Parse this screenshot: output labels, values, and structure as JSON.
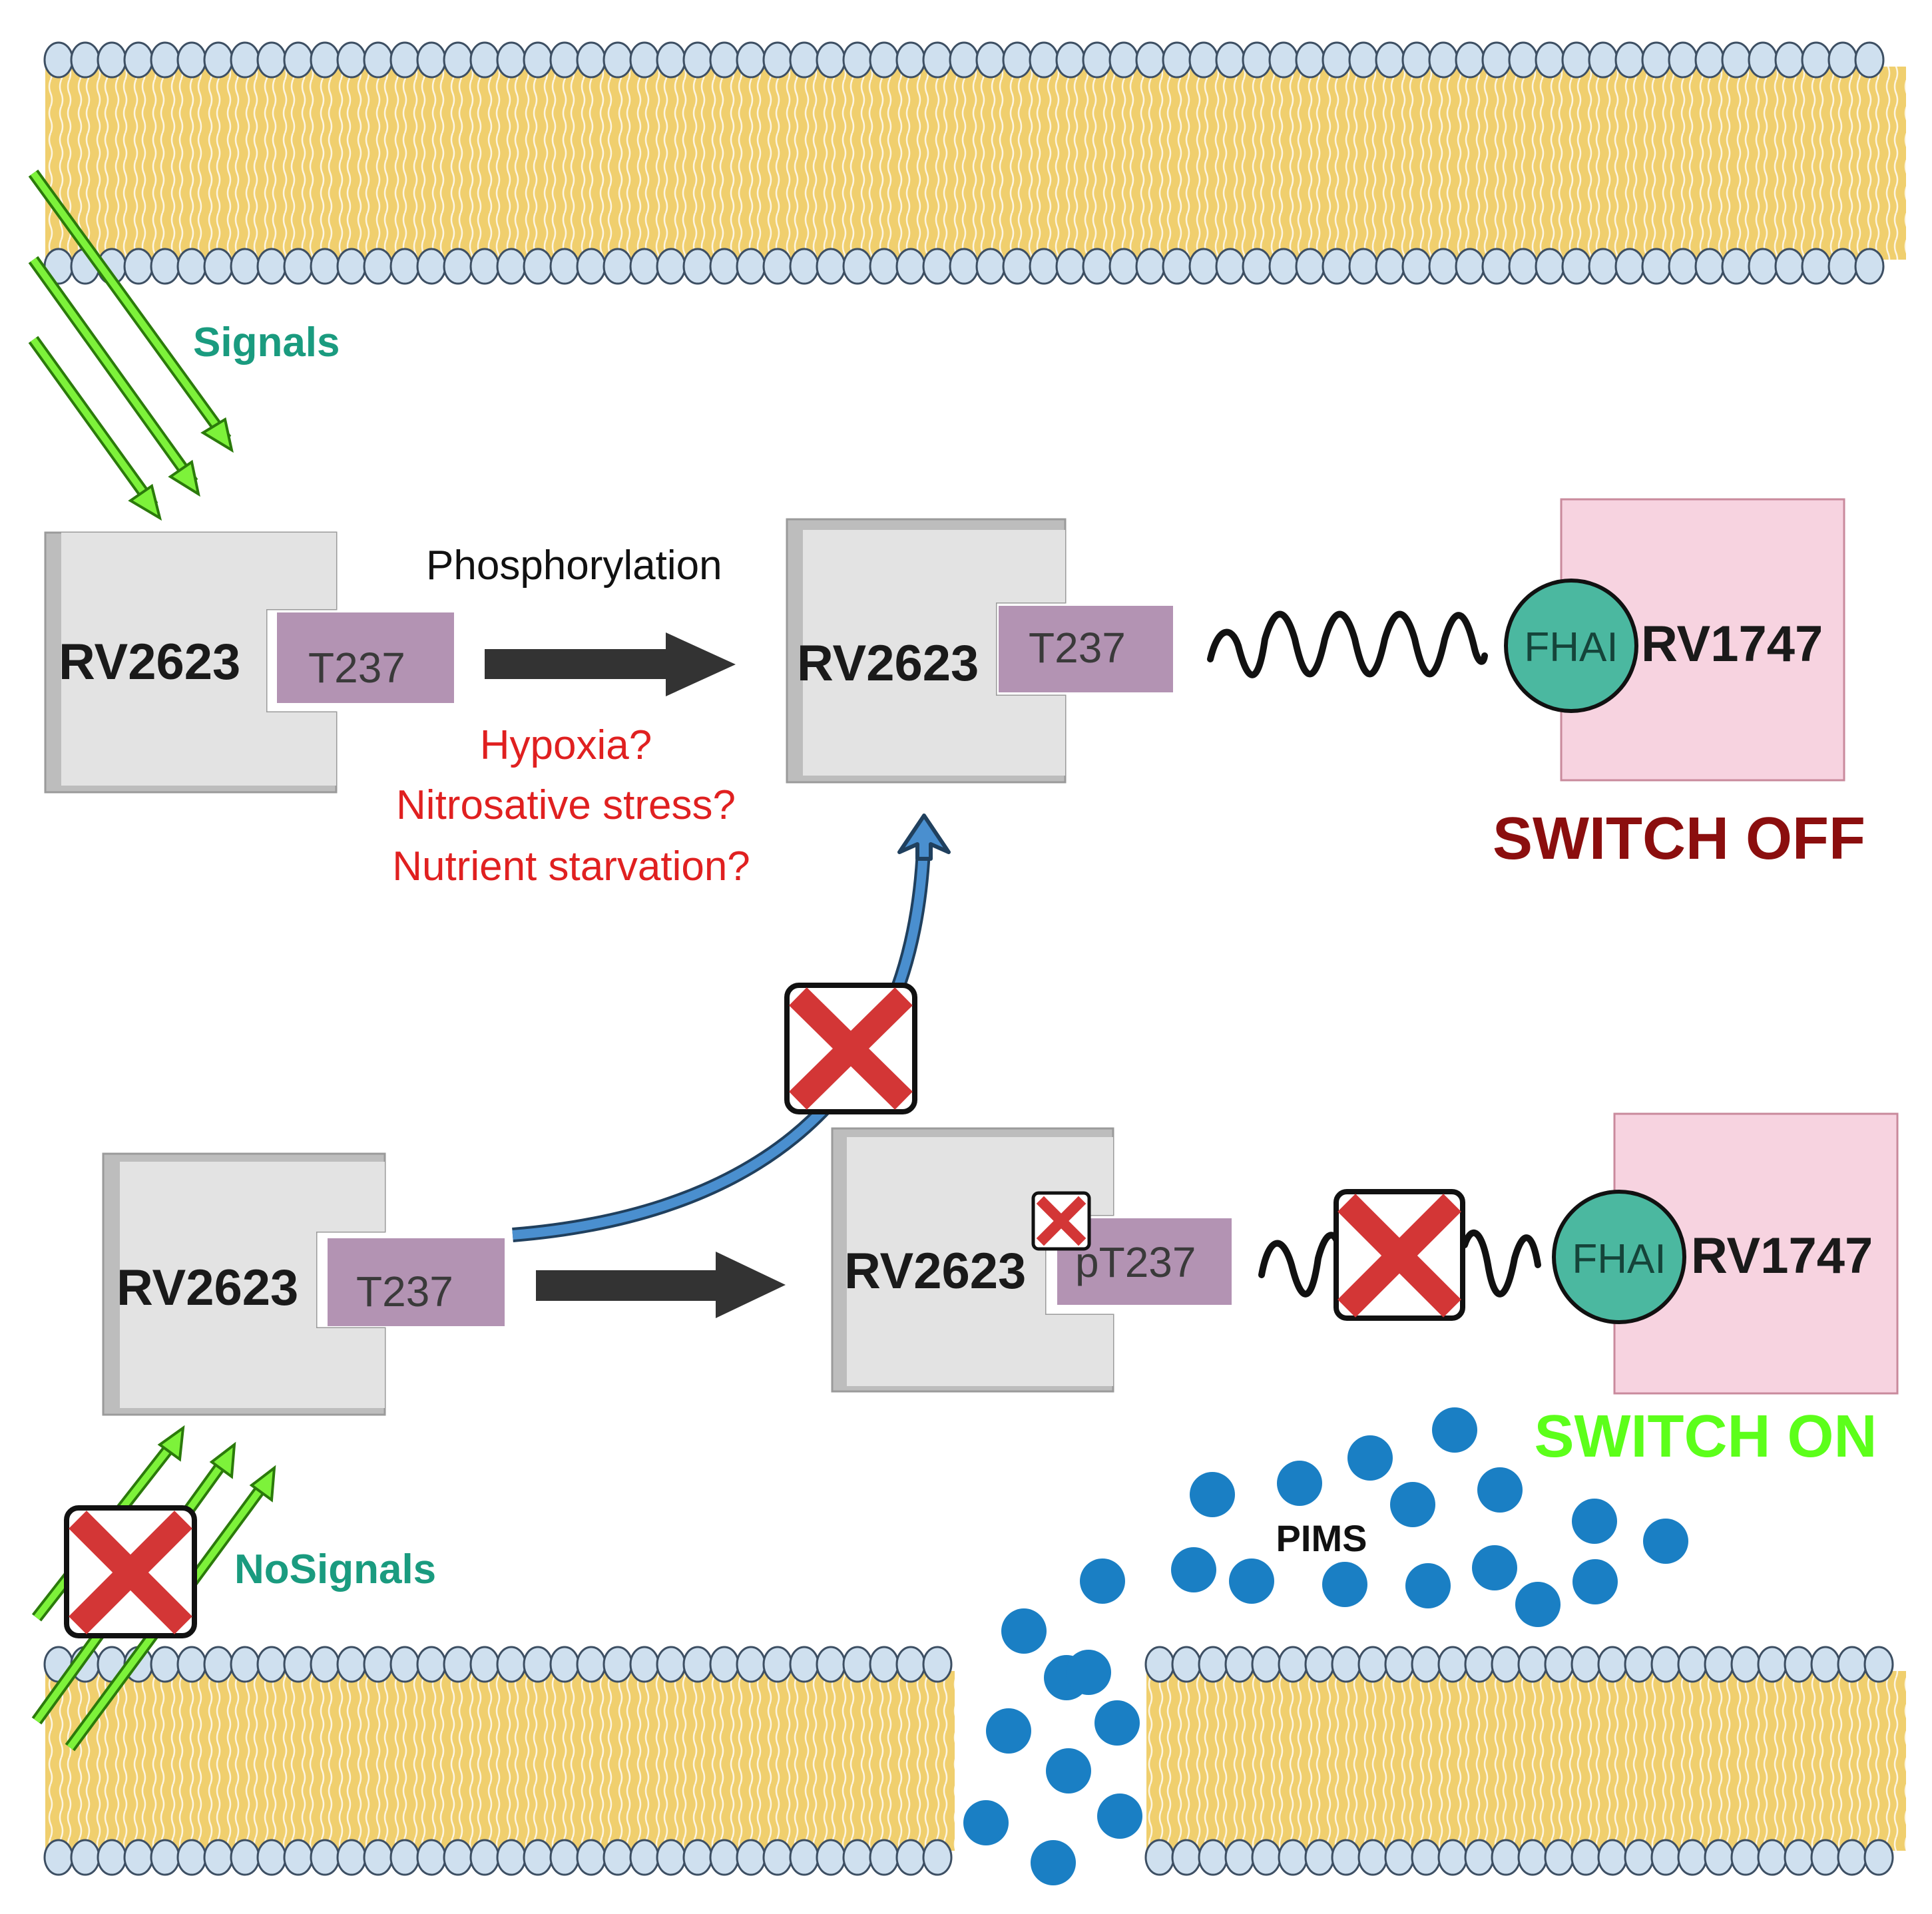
{
  "colors": {
    "signal_label": "#1a9b7f",
    "condition_label": "#e02020",
    "switch_off": "#8b0e0e",
    "switch_on": "#5cff1a",
    "protein_box": "#e3e3e3",
    "protein_shadow": "#bdbdbd",
    "phospho_site": "#b393b3",
    "fha_domain": "#4bb8a0",
    "rv1747_box": "#f7d3e0",
    "pims_dot": "#1a7fc4",
    "lipid_head": "#cfe0ef",
    "lipid_tail": "#f0cf6e",
    "block_x": "#d33636",
    "arrow_dark": "#333333",
    "arrow_signal": "#6ee21f",
    "curved_arrow": "#4a8fcf"
  },
  "top": {
    "signals_label": "Signals",
    "rv2623_left": "RV2623",
    "t237_left": "T237",
    "phosphorylation_label": "Phosphorylation",
    "conditions": [
      "Hypoxia?",
      "Nitrosative stress?",
      "Nutrient starvation?"
    ],
    "rv2623_right": "RV2623",
    "t237_right": "T237",
    "fha_label": "FHAI",
    "rv1747_label": "RV1747",
    "switch_label": "SWITCH OFF"
  },
  "bottom": {
    "rv2623_left": "RV2623",
    "t237_left": "T237",
    "rv2623_right": "RV2623",
    "pt237_label": "pT237",
    "fha_label": "FHAI",
    "rv1747_label": "RV1747",
    "switch_label": "SWITCH ON",
    "pims_label": "PIMS",
    "nosignals_label": "NoSignals"
  },
  "icons": {
    "block": "red-x-block-icon",
    "arrow": "block-arrow-icon",
    "linker": "wavy-linker-icon"
  }
}
